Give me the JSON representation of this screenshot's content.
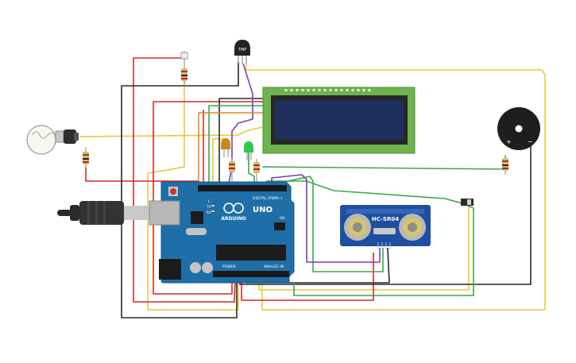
{
  "components": {
    "arduino": {
      "logo_text": "ARDUINO",
      "model_text": "UNO",
      "digital_header": "DIGITAL (PWM~)",
      "power_label": "POWER",
      "analog_label": "ANALOG IN",
      "tx_label": "TX",
      "rx_label": "RX",
      "l_label": "L",
      "on_label": "ON"
    },
    "temp_sensor": {
      "label": "TMP"
    },
    "ultrasonic": {
      "label": "HC-SR04"
    },
    "buzzer": {
      "plus": "+",
      "minus": "−"
    }
  },
  "colors": {
    "board": "#1e6fa8",
    "lcd_pcb": "#6fb34f",
    "lcd_screen": "#1f2f5c",
    "wire_red": "#d42a2a",
    "wire_black": "#2a2a2a",
    "wire_yellow": "#e9c93b",
    "wire_green": "#3aa84a",
    "wire_purple": "#7a3fb0",
    "wire_orange": "#e08a1e"
  }
}
